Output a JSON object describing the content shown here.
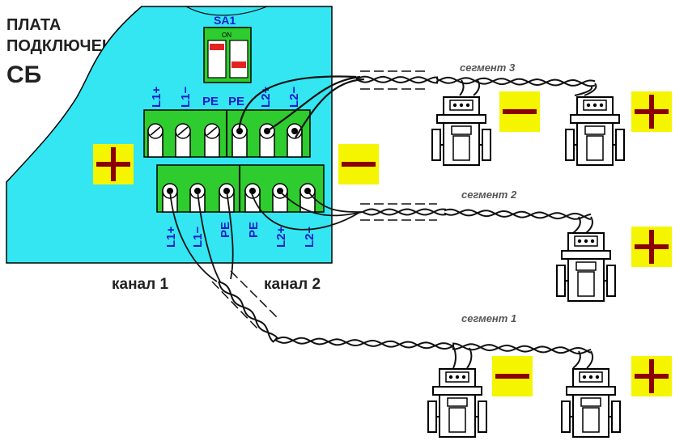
{
  "board": {
    "title_line1": "ПЛАТА",
    "title_line2": "ПОДКЛЮЧЕНИЙ",
    "title_line3": "СБ",
    "switch_label": "SA1",
    "switch_on": "ON"
  },
  "terminals_top": [
    "L1+",
    "L1−",
    "PE",
    "PE",
    "L2+",
    "L2−"
  ],
  "terminals_bottom": [
    "L1+",
    "L1−",
    "PE",
    "PE",
    "L2+",
    "L2−"
  ],
  "channels": {
    "ch1": "канал 1",
    "ch2": "канал 2"
  },
  "segments": {
    "s1": "сегмент 1",
    "s2": "сегмент 2",
    "s3": "сегмент 3"
  },
  "colors": {
    "board": "#33e6f2",
    "terminal_block": "#2ecc2e",
    "sign_bg": "#f5f500",
    "sign_fg": "#8b0000",
    "wire": "#111111",
    "label_blue": "#1b1bcc"
  },
  "icons": {
    "plus": "plus-sign-icon",
    "minus": "minus-sign-icon",
    "device": "flowmeter-device-icon"
  }
}
